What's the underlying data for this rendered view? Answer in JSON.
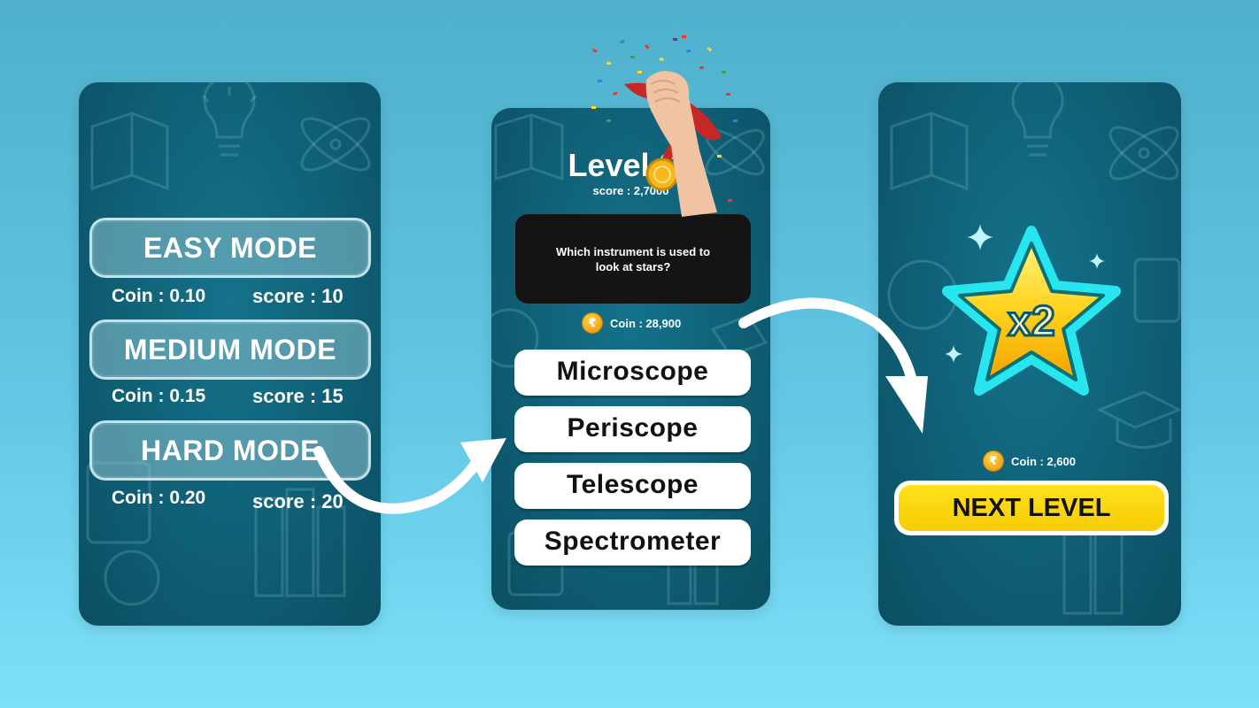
{
  "mode_select": {
    "modes": [
      {
        "label": "EASY MODE",
        "coin": "Coin : 0.10",
        "score": "score : 10"
      },
      {
        "label": "MEDIUM MODE",
        "coin": "Coin : 0.15",
        "score": "score : 15"
      },
      {
        "label": "HARD MODE",
        "coin": "Coin : 0.20",
        "score": "score : 20"
      }
    ]
  },
  "quiz": {
    "level_title": "Level 60",
    "score": "score : 2,7000",
    "question": "Which instrument is used to look at stars?",
    "coin": "Coin : 28,900",
    "answers": [
      "Microscope",
      "Periscope",
      "Telescope",
      "Spectrometer"
    ]
  },
  "reward": {
    "multiplier": "x2",
    "coin": "Coin : 2,600",
    "next_label": "NEXT LEVEL"
  },
  "colors": {
    "background": "#62c6e4",
    "panel": "#0f5f75",
    "star": "#ffd21a",
    "star_glow": "#27e6f0",
    "next_button": "#f6cc05",
    "coin": "#f2a81d"
  },
  "icons": {
    "coin": "rupee-coin-icon",
    "star": "star-badge-icon",
    "arrow": "curved-arrow-icon"
  }
}
